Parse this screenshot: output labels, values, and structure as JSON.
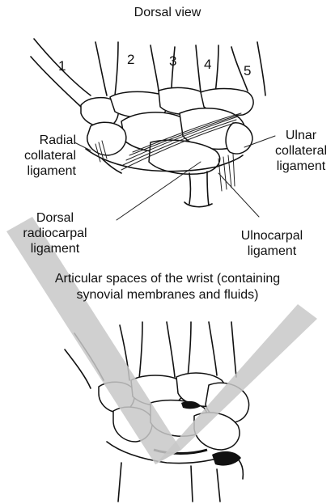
{
  "top_diagram": {
    "title": "Dorsal view",
    "digits": [
      "1",
      "2",
      "3",
      "4",
      "5"
    ],
    "labels": {
      "radial_collateral": [
        "Radial",
        "collateral",
        "ligament"
      ],
      "ulnar_collateral": [
        "Ulnar",
        "collateral",
        "ligament"
      ],
      "dorsal_radiocarpal": [
        "Dorsal",
        "radiocarpal",
        "ligament"
      ],
      "ulnocarpal": [
        "Ulnocarpal",
        "ligament"
      ]
    }
  },
  "bottom_diagram": {
    "title_lines": [
      "Articular spaces of the wrist (containing",
      "synovial membranes and fluids)"
    ]
  },
  "watermark": {
    "color": "#c8c8c8"
  }
}
